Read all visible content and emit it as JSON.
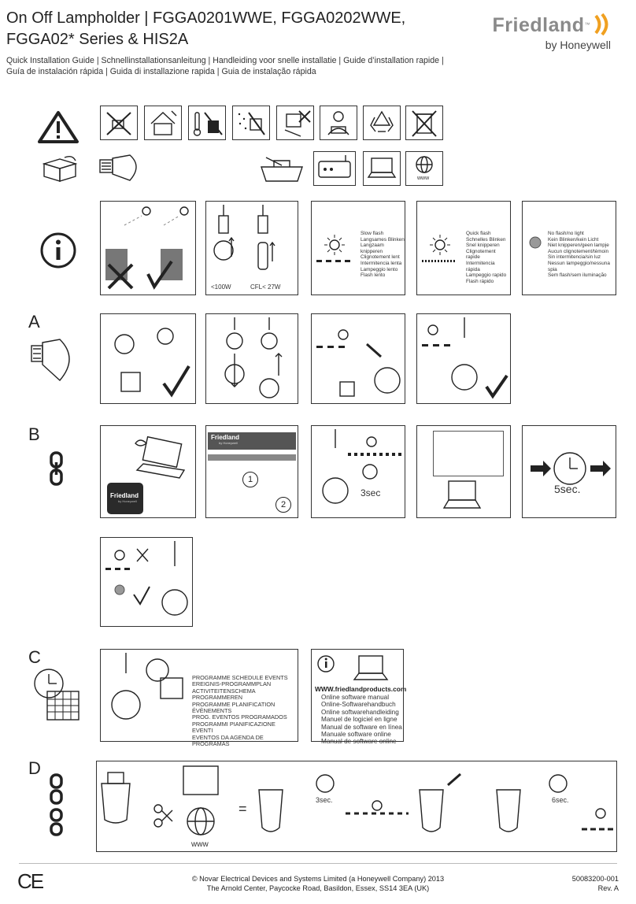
{
  "header": {
    "title_line1": "On Off Lampholder | FGGA0201WWE, FGGA0202WWE,",
    "title_line2": "FGGA02* Series & HIS2A",
    "subtitle_line1": "Quick Installation Guide | Schnellinstallationsanleitung | Handleiding voor snelle installatie | Guide d’installation rapide |",
    "subtitle_line2": "Guía de instalación rápida | Guida di installazione rapida | Guia de instalação rápida",
    "brand": "Friedland",
    "brand_tm": "™",
    "brand_by": "by Honeywell"
  },
  "icons_row": {
    "www_label": "www"
  },
  "info_section": {
    "bulb_limit_left": "<100W",
    "bulb_limit_right": "CFL< 27W",
    "slow_flash": [
      "Slow flash",
      "Langsames Blinken",
      "Langzaam knipperen",
      "Clignotement lent",
      "Intermitencia lenta",
      "Lampeggio lento",
      "Flash lento"
    ],
    "quick_flash": [
      "Quick flash",
      "Schnelles Blinken",
      "Snel knipperen",
      "Clignotement rapide",
      "Intermitencia rápida",
      "Lampeggio rapido",
      "Flash rápido"
    ],
    "no_flash": [
      "No flash/no light",
      "Kein Blinken/kein Licht",
      "Niet knipperen/geen lampje",
      "Aucun clignotement/témoin",
      "Sin intermitencia/sin luz",
      "Nessun lampeggio/nessuna spia",
      "Sem flash/sem iluminação"
    ]
  },
  "sections": {
    "a": "A",
    "b": "B",
    "c": "C",
    "d": "D"
  },
  "section_b": {
    "box_brand": "Friedland",
    "box_by": "by Honeywell",
    "step1": "1",
    "step2": "2",
    "three_sec": "3sec",
    "five_sec": "5sec."
  },
  "section_c": {
    "schedule": [
      "PROGRAMME SCHEDULE EVENTS",
      "EREIGNIS-PROGRAMMPLAN",
      "ACTIVITEITENSCHEMA PROGRAMMEREN",
      "PROGRAMME PLANIFICATION ÉVÈNEMENTS",
      "PROG. EVENTOS PROGRAMADOS",
      "PROGRAMMI PIANIFICAZIONE EVENTI",
      "EVENTOS DA AGENDA DE PROGRAMAS"
    ],
    "website": "WWW.friedlandproducts.com",
    "manuals": [
      "Online software manual",
      "Online-Softwarehandbuch",
      "Online softwarehandleiding",
      "Manuel de logiciel en ligne",
      "Manual de software en línea",
      "Manuale software online",
      "Manual de software online"
    ]
  },
  "section_d": {
    "www": "www",
    "equals": "=",
    "three_sec": "3sec.",
    "six_sec": "6sec."
  },
  "footer": {
    "ce": "CE",
    "line1": "© Novar Electrical Devices and Systems Limited (a Honeywell Company) 2013",
    "line2": "The Arnold Center, Paycocke Road, Basildon, Essex, SS14 3EA (UK)",
    "doc_number": "50083200-001",
    "revision": "Rev. A"
  }
}
